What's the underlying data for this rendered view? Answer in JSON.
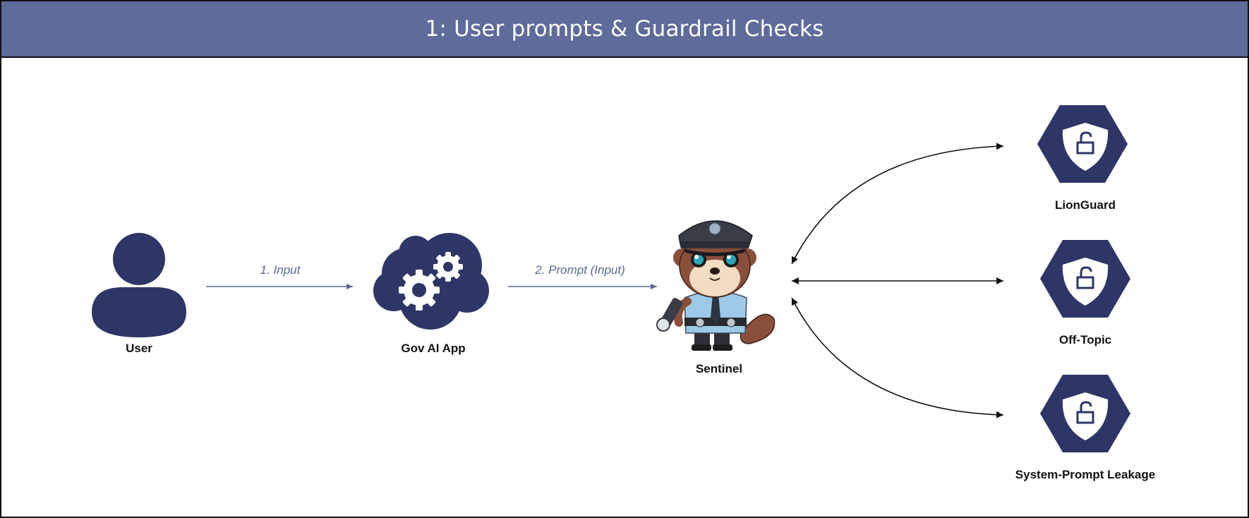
{
  "header": {
    "title": "1: User prompts & Guardrail Checks"
  },
  "nodes": {
    "user": {
      "label": "User",
      "icon": "user-icon"
    },
    "app": {
      "label": "Gov AI App",
      "icon": "cloud-gears-icon"
    },
    "sentinel": {
      "label": "Sentinel",
      "icon": "otter-police-mascot"
    }
  },
  "edges": {
    "input": {
      "label": "1. Input"
    },
    "prompt": {
      "label": "2. Prompt (Input)"
    }
  },
  "guardrails": [
    {
      "label": "LionGuard",
      "icon": "shield-lock-icon"
    },
    {
      "label": "Off-Topic",
      "icon": "shield-lock-icon"
    },
    {
      "label": "System-Prompt Leakage",
      "icon": "shield-lock-icon"
    }
  ],
  "colors": {
    "header_bg": "#5f6b9a",
    "navy": "#2d3666",
    "arrow_blue": "#5a6894"
  }
}
